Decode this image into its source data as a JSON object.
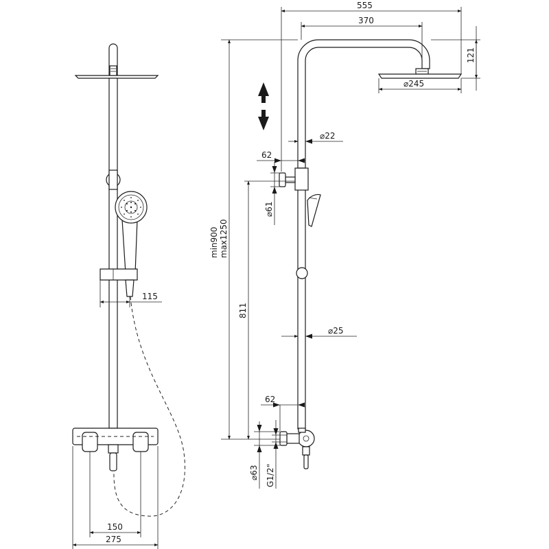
{
  "drawing": {
    "front_view": {
      "dimensions": {
        "hand_shower_offset": "115",
        "valve_center_spacing": "150",
        "valve_total_width": "275"
      }
    },
    "side_view": {
      "dimensions": {
        "overall_arm_reach": "555",
        "arm_length": "370",
        "head_drop": "121",
        "head_diameter": "⌀245",
        "upper_pipe_diameter": "⌀22",
        "upper_wall_offset": "62",
        "slider_knob_diameter": "⌀61",
        "height_range_min": "min900",
        "height_range_max": "max1250",
        "rail_height": "811",
        "lower_pipe_diameter": "⌀25",
        "lower_wall_offset": "62",
        "valve_knob_diameter": "⌀63",
        "connection_thread": "G1/2\""
      }
    }
  }
}
